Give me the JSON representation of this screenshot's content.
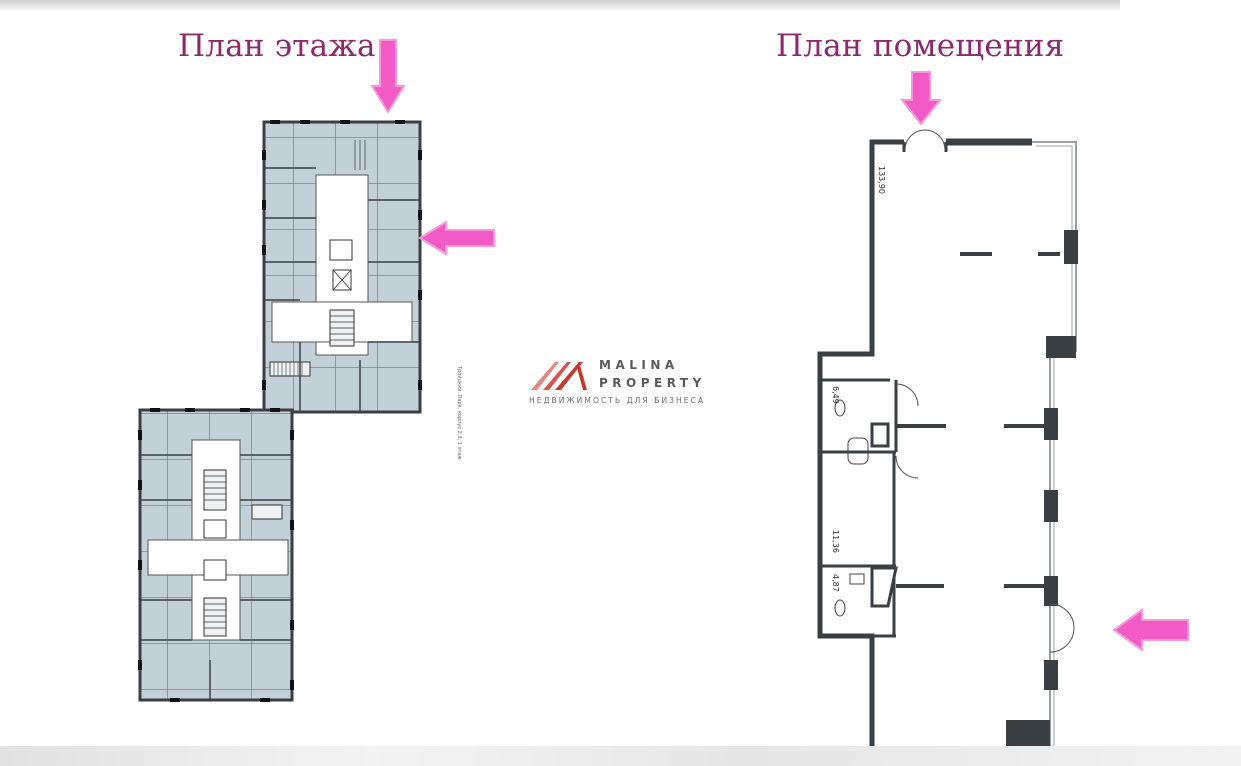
{
  "titles": {
    "floor_plan": "План этажа",
    "room_plan": "План помещения"
  },
  "logo": {
    "name_line1": "MALINA",
    "name_line2": "PROPERTY",
    "tagline": "НЕДВИЖИМОСТЬ ДЛЯ БИЗНЕСА"
  },
  "room_areas": {
    "main": "133,90",
    "room_a": "6,49",
    "room_b": "11,36",
    "room_c": "4,87"
  },
  "floor_annotations": {
    "building_note": "Троицкий. Парк. корпус 2.3, 1 этаж"
  },
  "colors": {
    "title": "#8b2a6f",
    "arrow": "#f25bc6",
    "floor_fill": "#c2d1d8",
    "wall": "#3a3f44"
  }
}
